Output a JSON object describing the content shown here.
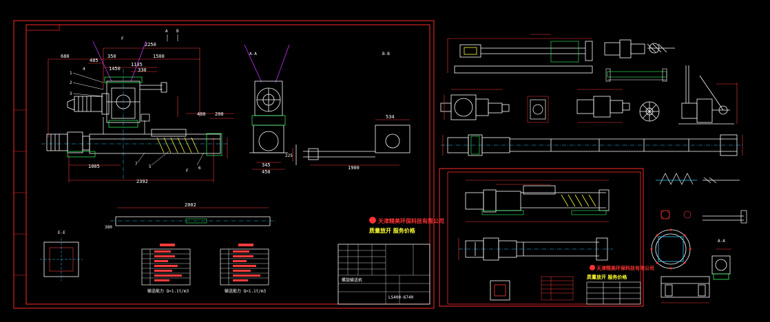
{
  "colors": {
    "background": "#000000",
    "frame": "#ff2a2a",
    "line": "#ffffff",
    "dimension": "#ff3b3b",
    "center_line": "#33ccff",
    "leader": "#cc33ff",
    "hatch": "#ffff33",
    "green": "#33ff66"
  },
  "sheet_left": {
    "dims": {
      "d2250": "2250",
      "d680": "680",
      "d485": "485",
      "d350": "350",
      "d1500": "1500",
      "d1450": "1450",
      "d1185": "1185",
      "d330": "330",
      "d400": "400",
      "d200": "200",
      "d1005": "1005",
      "d2392": "2392",
      "d534": "534",
      "d1900": "1900",
      "d345": "345",
      "d450": "450",
      "d225": "225",
      "d2002": "2002",
      "d380": "380"
    },
    "section_labels": {
      "aa": "A-A",
      "bb": "B-B",
      "a1": "A",
      "b1": "B",
      "ee": "E-E",
      "f": "F"
    },
    "part_numbers": [
      "1",
      "2",
      "3",
      "4",
      "5",
      "6",
      "7"
    ],
    "brand_line1": "天津精美环保科技有限公司",
    "brand_line2": "质量放开  服务价格",
    "note_left": "输送能力  Q=1.1t/m3",
    "note_right": "输送能力  Q=1.1t/m3",
    "drawing_no": "LS400-6740",
    "title_name": "螺旋输送机"
  },
  "sheet_right": {
    "brand_line1": "天津精美环保科技有限公司",
    "brand_line2": "质量放开  服务价格",
    "section_aa": "A-A"
  }
}
